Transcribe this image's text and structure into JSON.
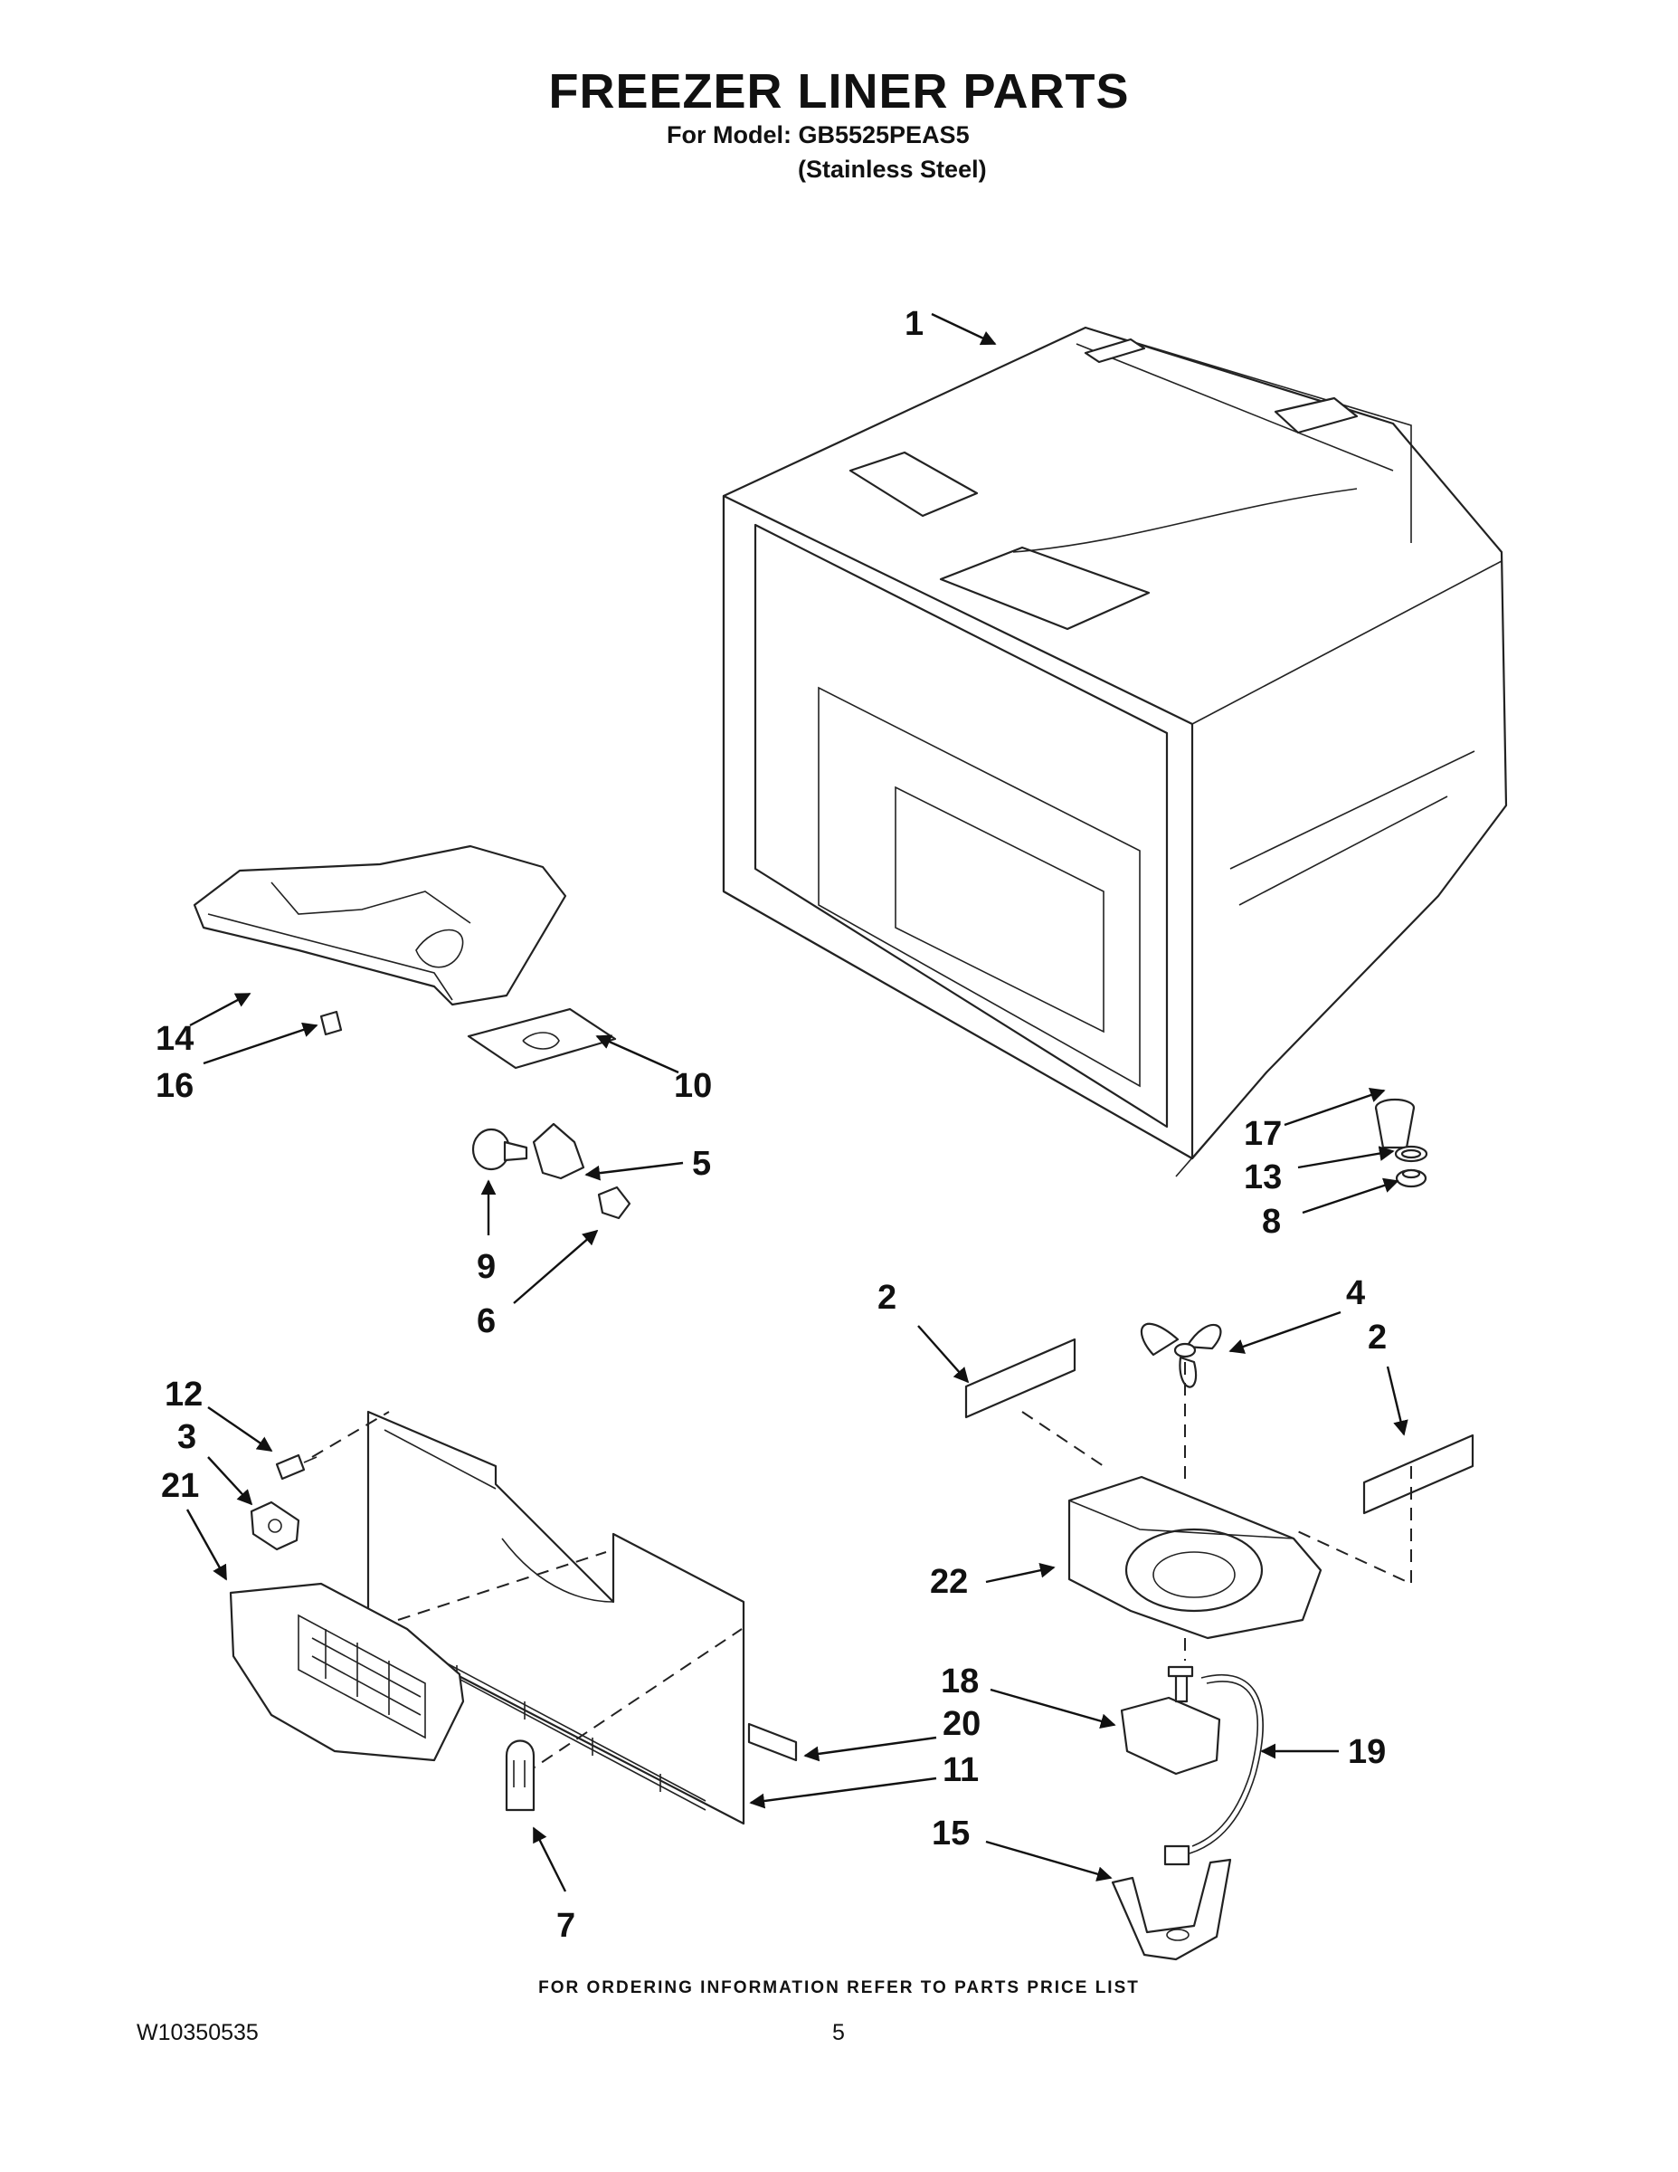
{
  "header": {
    "title": "FREEZER LINER PARTS",
    "model_line": "For Model: GB5525PEAS5",
    "variant": "(Stainless Steel)"
  },
  "callouts": {
    "c1": "1",
    "c2a": "2",
    "c2b": "2",
    "c3": "3",
    "c4": "4",
    "c5": "5",
    "c6": "6",
    "c7": "7",
    "c8": "8",
    "c9": "9",
    "c10": "10",
    "c11": "11",
    "c12": "12",
    "c13": "13",
    "c14": "14",
    "c15": "15",
    "c16": "16",
    "c17": "17",
    "c18": "18",
    "c19": "19",
    "c20": "20",
    "c21": "21",
    "c22": "22"
  },
  "footer": {
    "note": "FOR ORDERING INFORMATION REFER TO PARTS PRICE LIST",
    "doc_number": "W10350535",
    "page_number": "5"
  }
}
